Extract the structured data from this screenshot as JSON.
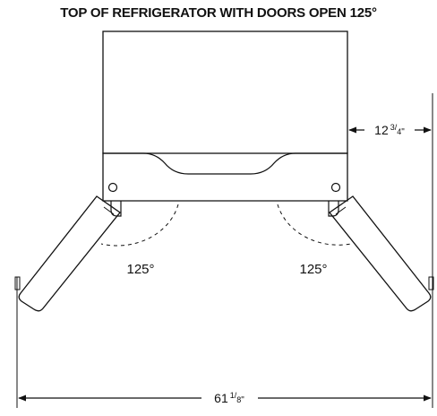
{
  "title": "TOP OF REFRIGERATOR WITH DOORS OPEN 125°",
  "angles": {
    "left": "125°",
    "right": "125°"
  },
  "dimensions": {
    "clearance_whole": "12",
    "clearance_frac_num": "3",
    "clearance_frac_den": "4",
    "clearance_unit": "\"",
    "width_whole": "61",
    "width_frac_num": "1",
    "width_frac_den": "8",
    "width_unit": "\""
  },
  "colors": {
    "line": "#111111",
    "background": "#ffffff"
  }
}
